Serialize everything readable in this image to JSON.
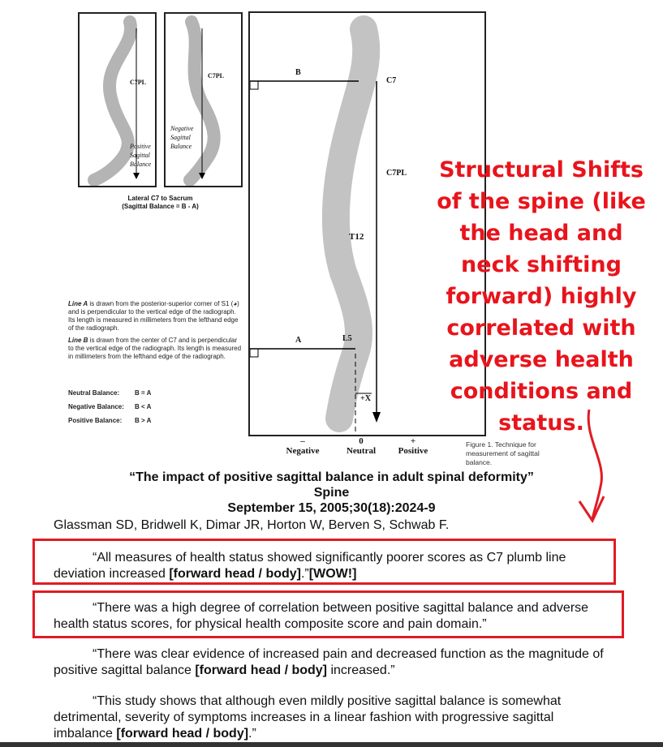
{
  "figure": {
    "small_left": {
      "label": "C7PL",
      "note": [
        "Positive",
        "Sagittal",
        "Balance"
      ]
    },
    "small_right": {
      "label": "C7PL",
      "note": [
        "Negative",
        "Sagittal",
        "Balance"
      ]
    },
    "caption_line1": "Lateral C7 to Sacrum",
    "caption_line2": "(Sagittal Balance = B - A)",
    "line_a_title": "Line A",
    "line_a_text": " is drawn from the posterior-superior corner of S1 (◕) and is perpendicular to the vertical edge of the radiograph. Its length is measured in millimeters from the lefthand edge of the radiograph.",
    "line_b_title": "Line B",
    "line_b_text": " is drawn from the center of C7 and is perpendicular to the vertical edge of the radiograph. Its length is measured in millimeters from the lefthand edge of the radiograph.",
    "balances": [
      {
        "label": "Neutral Balance:",
        "value": "B = A"
      },
      {
        "label": "Negative Balance:",
        "value": "B < A"
      },
      {
        "label": "Positive Balance:",
        "value": "B > A"
      }
    ],
    "main_labels": {
      "b": "B",
      "a": "A",
      "c7": "C7",
      "c7pl": "C7PL",
      "t12": "T12",
      "l5": "L5",
      "x": "+X"
    },
    "axis": [
      {
        "sym": "–",
        "label": "Negative"
      },
      {
        "sym": "0",
        "label": "Neutral"
      },
      {
        "sym": "+",
        "label": "Positive"
      }
    ],
    "fig_caption": "Figure 1.  Technique for measurement of sagittal balance."
  },
  "annotation": "Structural Shifts of the spine (like the head and neck shifting forward) highly correlated with adverse health conditions and status.",
  "citation": {
    "title": "“The impact of positive sagittal balance in adult spinal deformity”",
    "journal": "Spine",
    "date": "September 15, 2005;30(18):2024-9",
    "authors": "Glassman SD, Bridwell K, Dimar JR, Horton W, Berven S, Schwab F."
  },
  "quotes": [
    {
      "a": "“All measures of health status showed significantly poorer scores as C7 plumb line deviation increased ",
      "b": "[forward head / body]",
      "c": ".”",
      "d": "[WOW!]"
    },
    {
      "a": "“There was a high degree of correlation between positive sagittal balance and adverse health status scores, for physical health composite score and pain domain.”"
    },
    {
      "a": "“There was clear evidence of increased pain and decreased function as the magnitude of positive sagittal balance ",
      "b": "[forward head / body]",
      "c": " increased.”"
    },
    {
      "a": "“This study shows that although even mildly positive sagittal balance is somewhat detrimental, severity of symptoms increases in a linear fashion with progressive sagittal imbalance ",
      "b": "[forward head / body]",
      "c": ".”"
    }
  ]
}
